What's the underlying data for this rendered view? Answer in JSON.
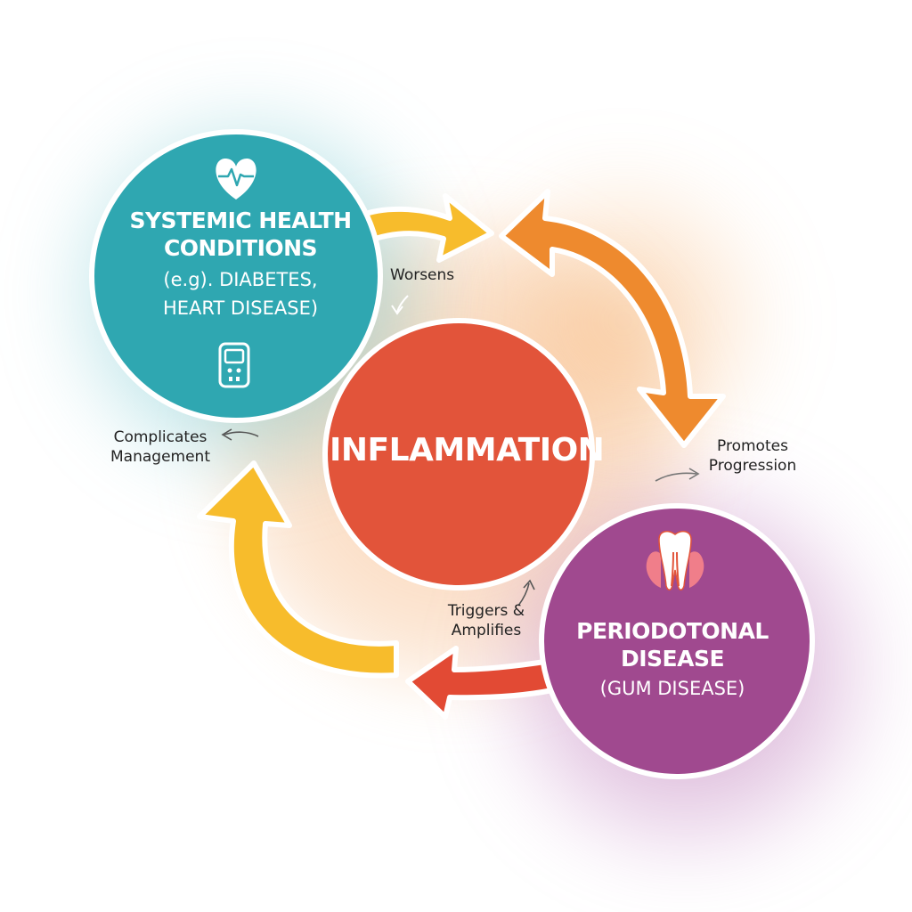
{
  "colors": {
    "teal": "#2FA7B1",
    "inflammation_red": "#E2543A",
    "purple": "#A0498F",
    "yellow_arrow": "#F7BC2C",
    "orange_arrow": "#EE8A2E",
    "red_arrow": "#E24A34"
  },
  "nodes": {
    "systemic": {
      "title_line1": "SYSTEMIC HEALTH",
      "title_line2": "CONDITIONS",
      "sub_line1": "(e.g). DIABETES,",
      "sub_line2": "HEART DISEASE)",
      "icons": [
        "heart-pulse-icon",
        "glucose-meter-icon"
      ]
    },
    "inflammation": {
      "title": "INFLAMMATION"
    },
    "periodontal": {
      "title_line1": "PERIODOTONAL",
      "title_line2": "DISEASE",
      "sub": "(GUM DISEASE)",
      "icons": [
        "tooth-gum-icon"
      ]
    }
  },
  "edges": {
    "worsens": "Worsens",
    "complicates_line1": "Complicates",
    "complicates_line2": "Management",
    "promotes_line1": "Promotes",
    "promotes_line2": "Progression",
    "triggers_line1": "Triggers &",
    "triggers_line2": "Amplifies"
  }
}
